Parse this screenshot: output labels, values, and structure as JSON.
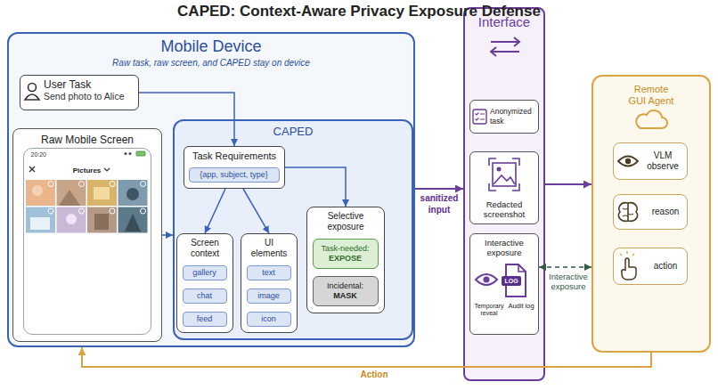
{
  "diagram": {
    "title": "CAPED: Context-Aware Privacy Exposure Defense",
    "nodes": [
      {
        "text": [
          "Mobile Device",
          "Raw task, raw screen, and CAPED stay on device"
        ]
      },
      {
        "text": [
          "User Task",
          "Send photo to Alice"
        ],
        "in": 0
      },
      {
        "text": [
          "Raw Mobile Screen"
        ],
        "in": 0
      },
      {
        "text": [
          "20:20",
          "Pictures"
        ],
        "in": 2
      },
      {
        "text": [
          "CAPED"
        ],
        "in": 0
      },
      {
        "text": [
          "Task Requirements"
        ],
        "in": 4
      },
      {
        "text": [
          "{app, subject, type}"
        ],
        "in": 5
      },
      {
        "text": [
          "Screen context"
        ],
        "in": 4
      },
      {
        "text": [
          "gallery"
        ],
        "in": 7
      },
      {
        "text": [
          "chat"
        ],
        "in": 7
      },
      {
        "text": [
          "feed"
        ],
        "in": 7
      },
      {
        "text": [
          "UI elements"
        ],
        "in": 4
      },
      {
        "text": [
          "text"
        ],
        "in": 11
      },
      {
        "text": [
          "image"
        ],
        "in": 11
      },
      {
        "text": [
          "icon"
        ],
        "in": 11
      },
      {
        "text": [
          "Selective exposure"
        ],
        "in": 4
      },
      {
        "text": [
          "Task-needed:",
          "EXPOSE"
        ],
        "in": 15
      },
      {
        "text": [
          "Incidental:",
          "MASK"
        ],
        "in": 15
      },
      {
        "text": [
          "Interface"
        ]
      },
      {
        "text": [
          "Anonymized task"
        ],
        "in": 18
      },
      {
        "text": [
          "Redacted screenshot"
        ],
        "in": 18
      },
      {
        "text": [
          "Interactive exposure",
          "Temporary reveal",
          "Audit log"
        ],
        "in": 18
      },
      {
        "text": [
          "Remote GUI Agent"
        ]
      },
      {
        "text": [
          "VLM observe"
        ],
        "in": 22
      },
      {
        "text": [
          "reason"
        ],
        "in": 22
      },
      {
        "text": [
          "action"
        ],
        "in": 22
      }
    ],
    "edges": [
      {
        "from": 1,
        "to": 5,
        "arrow": "to"
      },
      {
        "from": 2,
        "to": 4,
        "arrow": "to"
      },
      {
        "from": 5,
        "to": 7,
        "arrow": "to"
      },
      {
        "from": 5,
        "to": 11,
        "arrow": "to"
      },
      {
        "from": 5,
        "to": 15,
        "arrow": "to"
      },
      {
        "from": 0,
        "to": 18,
        "label": "sanitized input",
        "arrow": "to"
      },
      {
        "from": 18,
        "to": 22,
        "arrow": "to"
      },
      {
        "from": 21,
        "to": 22,
        "label": "Interactive exposure",
        "arrow": "both"
      },
      {
        "from": 22,
        "to": 0,
        "label": "Action",
        "arrow": "to"
      }
    ],
    "labels": [
      "LOG"
    ]
  }
}
